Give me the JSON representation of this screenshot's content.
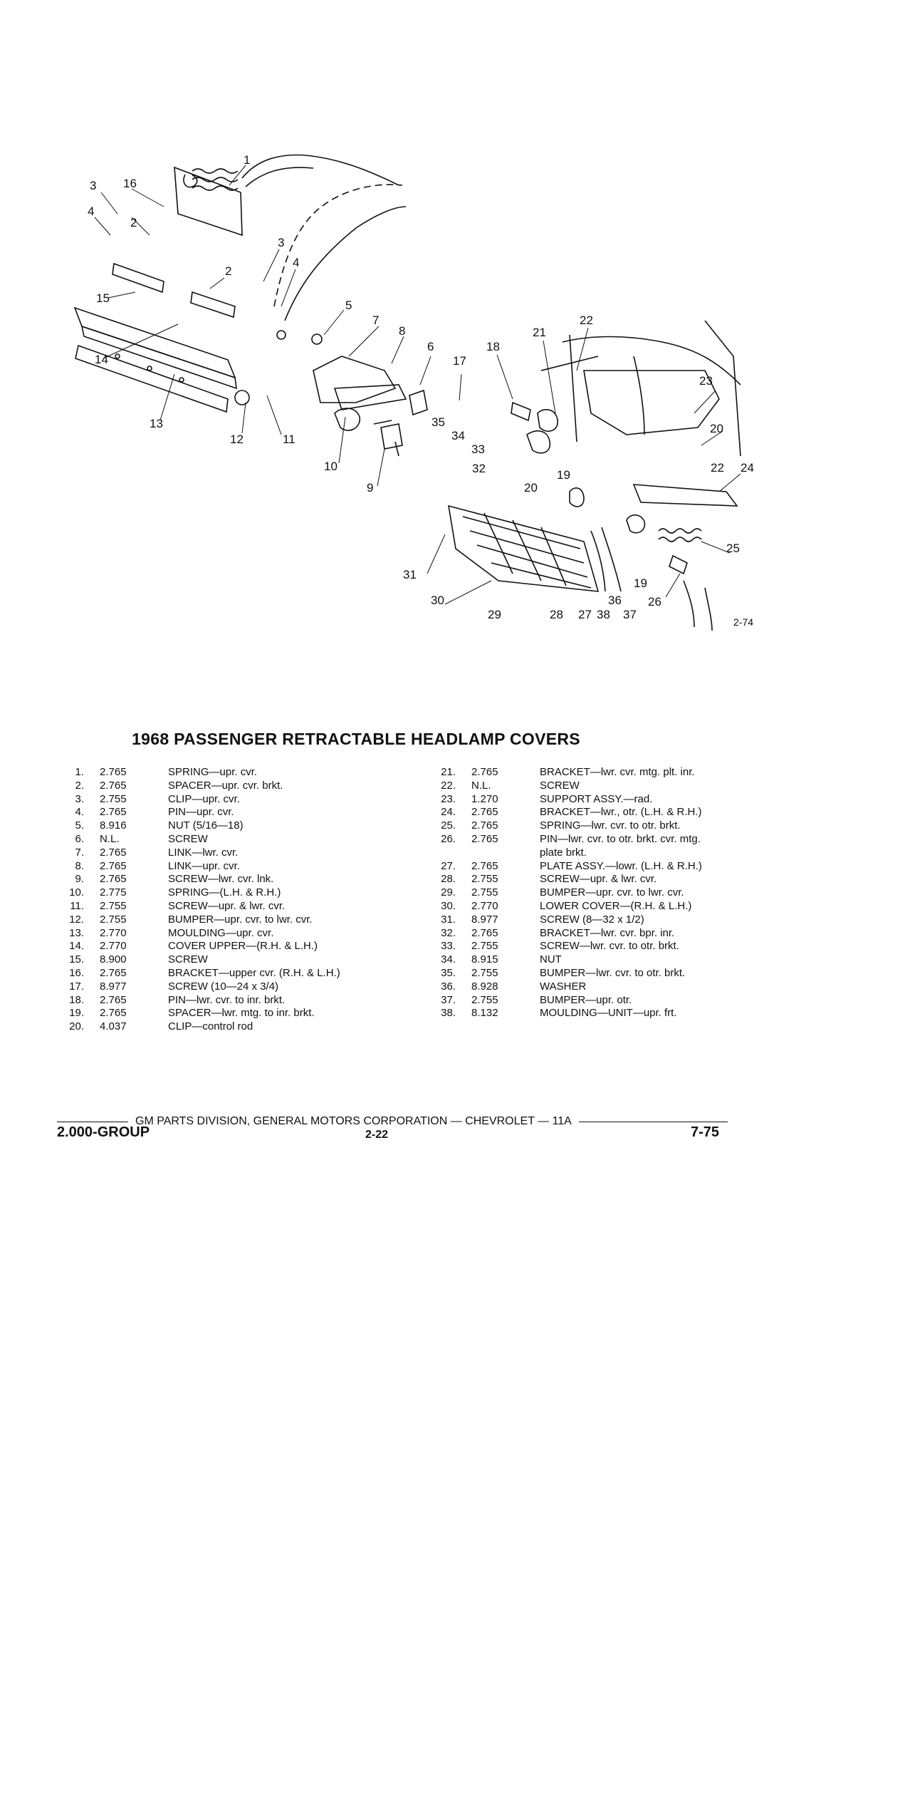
{
  "title": "1968 PASSENGER RETRACTABLE HEADLAMP COVERS",
  "figure_number": "2-74",
  "callout_numbers": [
    "1",
    "2",
    "3",
    "4",
    "5",
    "6",
    "7",
    "8",
    "9",
    "10",
    "11",
    "12",
    "13",
    "14",
    "15",
    "16",
    "17",
    "18",
    "19",
    "20",
    "21",
    "22",
    "23",
    "24",
    "25",
    "26",
    "27",
    "28",
    "29",
    "30",
    "31",
    "32",
    "33",
    "34",
    "35",
    "36",
    "37",
    "38"
  ],
  "parts_left": [
    {
      "num": "1.",
      "code": "2.765",
      "desc": "SPRING—upr. cvr."
    },
    {
      "num": "2.",
      "code": "2.765",
      "desc": "SPACER—upr. cvr. brkt."
    },
    {
      "num": "3.",
      "code": "2.755",
      "desc": "CLIP—upr. cvr."
    },
    {
      "num": "4.",
      "code": "2.765",
      "desc": "PIN—upr. cvr."
    },
    {
      "num": "5.",
      "code": "8.916",
      "desc": "NUT (5/16—18)"
    },
    {
      "num": "6.",
      "code": "N.L.",
      "desc": "SCREW"
    },
    {
      "num": "7.",
      "code": "2.765",
      "desc": "LINK—lwr. cvr."
    },
    {
      "num": "8.",
      "code": "2.765",
      "desc": "LINK—upr. cvr."
    },
    {
      "num": "9.",
      "code": "2.765",
      "desc": "SCREW—lwr. cvr. lnk."
    },
    {
      "num": "10.",
      "code": "2.775",
      "desc": "SPRING—(L.H. & R.H.)"
    },
    {
      "num": "11.",
      "code": "2.755",
      "desc": "SCREW—upr. & lwr. cvr."
    },
    {
      "num": "12.",
      "code": "2.755",
      "desc": "BUMPER—upr. cvr. to lwr. cvr."
    },
    {
      "num": "13.",
      "code": "2.770",
      "desc": "MOULDING—upr. cvr."
    },
    {
      "num": "14.",
      "code": "2.770",
      "desc": "COVER UPPER—(R.H. & L.H.)"
    },
    {
      "num": "15.",
      "code": "8.900",
      "desc": "SCREW"
    },
    {
      "num": "16.",
      "code": "2.765",
      "desc": "BRACKET—upper cvr. (R.H. & L.H.)"
    },
    {
      "num": "17.",
      "code": "8.977",
      "desc": "SCREW (10—24 x 3/4)"
    },
    {
      "num": "18.",
      "code": "2.765",
      "desc": "PIN—lwr. cvr. to inr. brkt."
    },
    {
      "num": "19.",
      "code": "2.765",
      "desc": "SPACER—lwr. mtg. to inr. brkt."
    },
    {
      "num": "20.",
      "code": "4.037",
      "desc": "CLIP—control rod"
    }
  ],
  "parts_right": [
    {
      "num": "21.",
      "code": "2.765",
      "desc": "BRACKET—lwr. cvr. mtg. plt. inr."
    },
    {
      "num": "22.",
      "code": "N.L.",
      "desc": "SCREW"
    },
    {
      "num": "23.",
      "code": "1.270",
      "desc": "SUPPORT ASSY.—rad."
    },
    {
      "num": "24.",
      "code": "2.765",
      "desc": "BRACKET—lwr., otr. (L.H. & R.H.)"
    },
    {
      "num": "25.",
      "code": "2.765",
      "desc": "SPRING—lwr. cvr. to otr. brkt."
    },
    {
      "num": "26.",
      "code": "2.765",
      "desc": "PIN—lwr. cvr. to otr. brkt. cvr. mtg."
    },
    {
      "num": "",
      "code": "",
      "desc": "plate brkt."
    },
    {
      "num": "27.",
      "code": "2.765",
      "desc": "PLATE ASSY.—lowr. (L.H. & R.H.)"
    },
    {
      "num": "28.",
      "code": "2.755",
      "desc": "SCREW—upr. & lwr. cvr."
    },
    {
      "num": "29.",
      "code": "2.755",
      "desc": "BUMPER—upr. cvr. to lwr. cvr."
    },
    {
      "num": "30.",
      "code": "2.770",
      "desc": "LOWER COVER—(R.H. & L.H.)"
    },
    {
      "num": "31.",
      "code": "8.977",
      "desc": "SCREW (8—32 x 1/2)"
    },
    {
      "num": "32.",
      "code": "2.765",
      "desc": "BRACKET—lwr. cvr. bpr. inr."
    },
    {
      "num": "33.",
      "code": "2.755",
      "desc": "SCREW—lwr. cvr. to otr. brkt."
    },
    {
      "num": "34.",
      "code": "8.915",
      "desc": "NUT"
    },
    {
      "num": "35.",
      "code": "2.755",
      "desc": "BUMPER—lwr. cvr. to otr. brkt."
    },
    {
      "num": "36.",
      "code": "8.928",
      "desc": "WASHER"
    },
    {
      "num": "37.",
      "code": "2.755",
      "desc": "BUMPER—upr. otr."
    },
    {
      "num": "38.",
      "code": "8.132",
      "desc": "MOULDING—UNIT—upr. frt."
    }
  ],
  "footer": {
    "division": "GM PARTS DIVISION, GENERAL MOTORS CORPORATION — CHEVROLET — 11A",
    "group": "2.000-GROUP",
    "page": "2-22",
    "date": "7-75"
  }
}
